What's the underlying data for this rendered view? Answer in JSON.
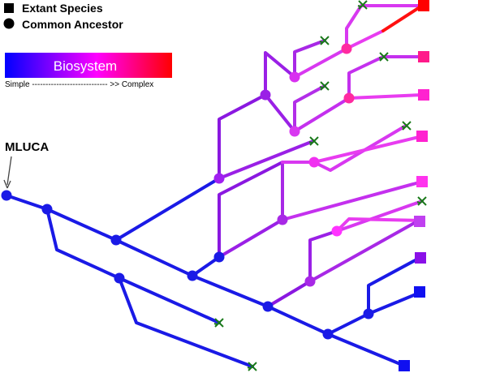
{
  "legend": {
    "extant_label": "Extant Species",
    "ancestor_label": "Common Ancestor"
  },
  "scale": {
    "title": "Biosystem",
    "caption": "Simple ---------------------------- >> Complex",
    "colors": {
      "simple": "#0000ff",
      "mid": "#ff00ff",
      "complex": "#ff0000"
    }
  },
  "root_label": "MLUCA",
  "colors": {
    "line_blue": "#1a1ae6",
    "extinction_mark": "#1a7a1a",
    "node_blue": "#1a1ae6",
    "node_violet": "#a020f0",
    "node_magenta": "#ff33ff"
  }
}
